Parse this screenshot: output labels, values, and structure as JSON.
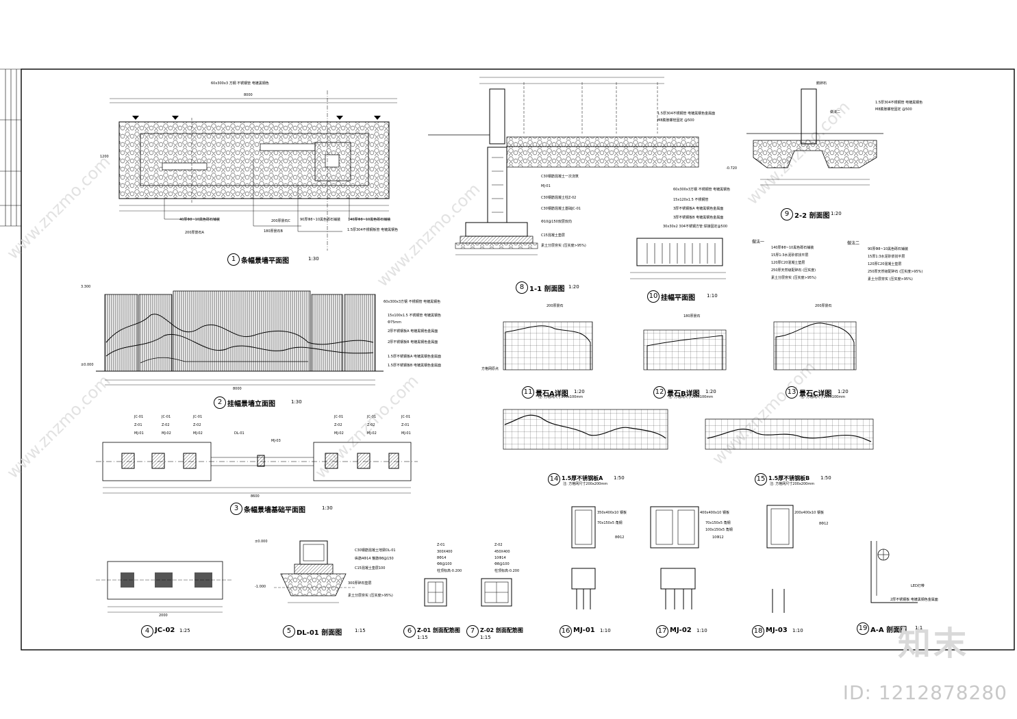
{
  "sheet": {
    "titles": {
      "t1": {
        "num": "1",
        "name": "条幅景墙平面图",
        "scale": "1:30"
      },
      "t2": {
        "num": "2",
        "name": "挂幅景墙立面图",
        "scale": "1:30"
      },
      "t3": {
        "num": "3",
        "name": "条幅景墙基础平面图",
        "scale": "1:30"
      },
      "t4": {
        "num": "4",
        "name": "JC-02",
        "scale": "1:25"
      },
      "t5": {
        "num": "5",
        "name": "DL-01 剖面图",
        "scale": "1:15"
      },
      "t6": {
        "num": "6",
        "name": "Z-01 剖面配筋图",
        "scale": "1:15"
      },
      "t7": {
        "num": "7",
        "name": "Z-02 剖面配筋图",
        "scale": "1:15"
      },
      "t8": {
        "num": "8",
        "name": "1-1 剖面图",
        "scale": "1:20"
      },
      "t9": {
        "num": "9",
        "name": "2-2 剖面图",
        "scale": "1:20"
      },
      "t10": {
        "num": "10",
        "name": "挂幅平面图",
        "scale": "1:10"
      },
      "t11": {
        "num": "11",
        "name": "景石A详图",
        "scale": "1:20"
      },
      "t12": {
        "num": "12",
        "name": "景石B详图",
        "scale": "1:20"
      },
      "t13": {
        "num": "13",
        "name": "景石C详图",
        "scale": "1:20"
      },
      "t14": {
        "num": "14",
        "name": "1.5厚不锈钢板A",
        "scale": "1:50"
      },
      "t15": {
        "num": "15",
        "name": "1.5厚不锈钢板B",
        "scale": "1:50"
      },
      "t16": {
        "num": "16",
        "name": "MJ-01",
        "scale": "1:10"
      },
      "t17": {
        "num": "17",
        "name": "MJ-02",
        "scale": "1:10"
      },
      "t18": {
        "num": "18",
        "name": "MJ-03",
        "scale": "1:10"
      },
      "t19": {
        "num": "19",
        "name": "A-A 剖面图",
        "scale": "1:1"
      }
    },
    "plan_notes": {
      "a": "60x300x3 方钢 不锈钢管 电镀黑钢色",
      "b": "40厚Φ8~10黑色砾石铺装",
      "c": "200厚景石A",
      "d": "200厚景石C",
      "e": "180厚景石B",
      "f": "1.5厚304不锈钢板管 电镀黑钢色",
      "g": "140厚Φ8~10黑色砾石铺装",
      "h": "90厚Φ8~10黑色砾石铺装"
    },
    "elev_notes": [
      "60x300x3方钢 不锈钢管 电镀黑钢色",
      "15x100x1.5 不锈钢管 电镀黑钢色",
      "Φ75mm",
      "2厚不锈钢板A 电镀黑钢色金属面",
      "2厚不锈钢板B 电镀黑钢色金属面",
      "1.5厚不锈钢板A 电镀黑钢色金属面",
      "1.5厚不锈钢板B 电镀黑钢色金属面"
    ],
    "section11_notes": [
      "1.5厚304不锈钢管 电镀黑钢色金属面",
      "M8膨胀螺栓固定 @500",
      "C30钢筋混凝土一次浇筑",
      "MJ-01",
      "C30钢筋混凝土柱Z-02",
      "C30钢筋混凝土基础JC-01",
      "Φ10@150双层双向",
      "C15混凝土垫层",
      "素土分层夯实 (压实度>95%)"
    ],
    "section22_notes": [
      "鹅卵石",
      "1.5厚304不锈钢管 电镀黑钢色",
      "M8膨胀螺栓固定 @500",
      "做法二"
    ],
    "legend1": {
      "title": "做法一",
      "items": [
        "140厚Φ8~10黑色砾石铺装",
        "15厚1:3水泥砂浆找平层",
        "120厚C20混凝土垫层",
        "250厚天然级配碎石 (压实度)",
        "素土分层夯实 (压实度>95%)"
      ]
    },
    "legend2": {
      "title": "做法二",
      "items": [
        "90厚Φ8~10黑色砾石铺装",
        "15厚1:3水泥砂浆找平层",
        "120厚C20混凝土垫层",
        "250厚天然级配碎石 (压实度>95%)",
        "素土分层夯实 (压实度>95%)"
      ]
    },
    "rod_notes": [
      "60x300x3方钢 不锈钢管 电镀黑钢色",
      "15x120x1.5 不锈钢管",
      "3厚不锈钢板A 电镀黑钢色金属面",
      "3厚不锈钢板B 电镀黑钢色金属面",
      "30x30x2 304不锈钢方管 焊接固定@500"
    ],
    "stone_notes": {
      "a": "200厚景石",
      "b": "180厚景石",
      "c": "200厚景石",
      "grid": "方格网原点",
      "sub_a": "注: 方格网尺寸100x100mm",
      "sub_b": "注: 方格网尺寸100x100mm",
      "sub_c": "注: 方格网尺寸100x100mm",
      "plate_a": "注: 方格网尺寸200x200mm",
      "plate_b": "注: 方格网尺寸200x200mm"
    },
    "found_labels": [
      "JC-01",
      "Z-01",
      "MJ-01",
      "JC-01",
      "Z-02",
      "MJ-02",
      "JC-01",
      "Z-02",
      "MJ-02",
      "DL-01",
      "MJ-03",
      "JC-01",
      "Z-02",
      "MJ-02",
      "JC-01",
      "Z-02",
      "MJ-02",
      "JC-01",
      "Z-01",
      "MJ-01"
    ],
    "dl_notes": [
      "C30钢筋混凝土地梁DL-01",
      "纵筋4Φ14 箍筋Φ8@150",
      "C15混凝土垫层100",
      "300厚碎石垫层",
      "素土分层夯实 (压实度>95%)"
    ],
    "z01": {
      "head": "Z-01",
      "l1": "300X400",
      "l2": "8Φ14",
      "l3": "Φ8@100",
      "l4": "柱顶标高-0.200"
    },
    "z02": {
      "head": "Z-02",
      "l1": "450X400",
      "l2": "10Φ14",
      "l3": "Φ8@100",
      "l4": "柱顶标高-0.200"
    },
    "mj_notes": {
      "m1a": "350x400x10 钢板",
      "m1b": "70x150x5 角钢",
      "m1c": "8Φ12",
      "m2a": "400x400x10 钢板",
      "m2b": "70x150x5 角钢",
      "m2c": "100x150x5 角钢",
      "m2d": "10Φ12",
      "m3a": "200x400x10 钢板",
      "m3b": "8Φ12"
    },
    "aa_notes": [
      "LED灯带",
      "2厚不锈钢板 电镀黑钢色金属面"
    ],
    "elev": {
      "top": "3.300",
      "zero": "±0.000",
      "neg": "-1.000",
      "neg2": "-0.720"
    },
    "dims": {
      "overall": "8000",
      "plan_width": "1200",
      "elev_span": "8000",
      "found_total": "8600",
      "jc_w": "2000"
    }
  },
  "watermark": {
    "logo": "知末",
    "id": "ID: 1212878280"
  }
}
